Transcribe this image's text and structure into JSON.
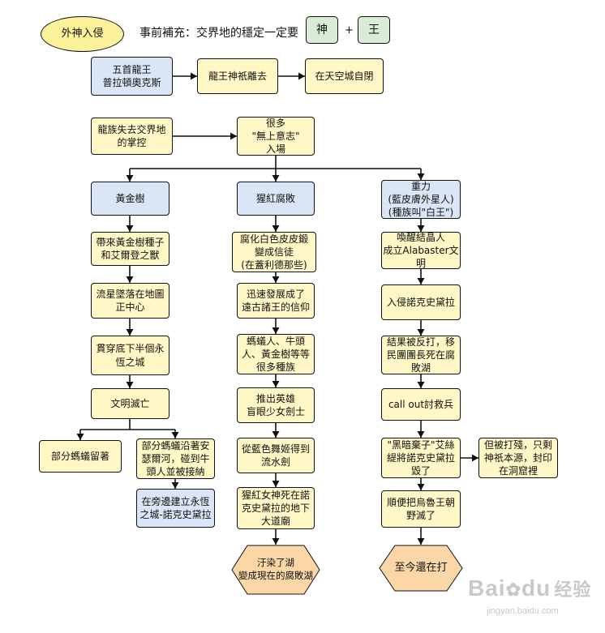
{
  "header": {
    "oval": "外神入侵",
    "note": "事前補充：交界地的穩定一定要",
    "box_a": "神",
    "plus": "+",
    "box_b": "王"
  },
  "top_row": {
    "n1": "五首龍王\n普拉頓奧克斯",
    "n2": "龍王神祇離去",
    "n3": "在天空城自閉"
  },
  "second_row": {
    "n1": "龍族失去交界地\n的掌控",
    "n2": "很多\n\"無上意志\"\n入場"
  },
  "left_branch": {
    "head": "黃金樹",
    "steps": [
      "帶來黃金樹種子\n和艾爾登之獸",
      "流星墜落在地圖\n正中心",
      "貫穿底下半個永\n恆之城",
      "文明滅亡"
    ],
    "split_a": "部分螞蟻留著",
    "split_b": "部分螞蟻沿著安\n瑟爾河，碰到牛\n頭人並被接納",
    "split_b_next": "在旁邊建立永恆\n之城-諾克史黛拉"
  },
  "middle_branch": {
    "head": "猩紅腐敗",
    "steps": [
      "腐化白色皮皮鍛\n變成信徒\n(在蓋利德那些)",
      "迅速發展成了\n遠古諸王的信仰",
      "螞蟻人、牛頭\n人、黃金樹等等\n很多種族",
      "推出英雄\n盲眼少女劍士",
      "從藍色舞姬得到\n流水劍",
      "猩紅女神死在諾\n克史黛拉的地下\n大道廟"
    ],
    "end": "汙染了湖\n變成現在的腐敗湖"
  },
  "right_branch": {
    "head": "重力\n(藍皮膚外星人)\n(種族叫\"白王\")",
    "steps": [
      "喚醒結晶人\n成立Alabaster文明",
      "入侵諾克史黛拉",
      "結果被反打，移\n民團團長死在腐\n敗湖",
      "call out討救兵",
      "\"黑暗棄子\"艾絲\n緹將諾克史黛拉\n毀了",
      "順便把烏魯王朝\n野滅了"
    ],
    "side": "但被打殘，只剩\n神祇本源，封印\n在洞窟裡",
    "end": "至今還在打"
  },
  "watermark": {
    "logo": "Bai",
    "logo_mid": "du",
    "logo_cn": "经验",
    "url": "jingyan.baidu.com"
  },
  "colors": {
    "yellow_fill": "#fff7c6",
    "blue_fill": "#dae6f8",
    "green_fill": "#d9ecd6",
    "oval_fill": "#fcf29a",
    "diamond_fill": "#fbd7a8",
    "line": "#111111"
  }
}
